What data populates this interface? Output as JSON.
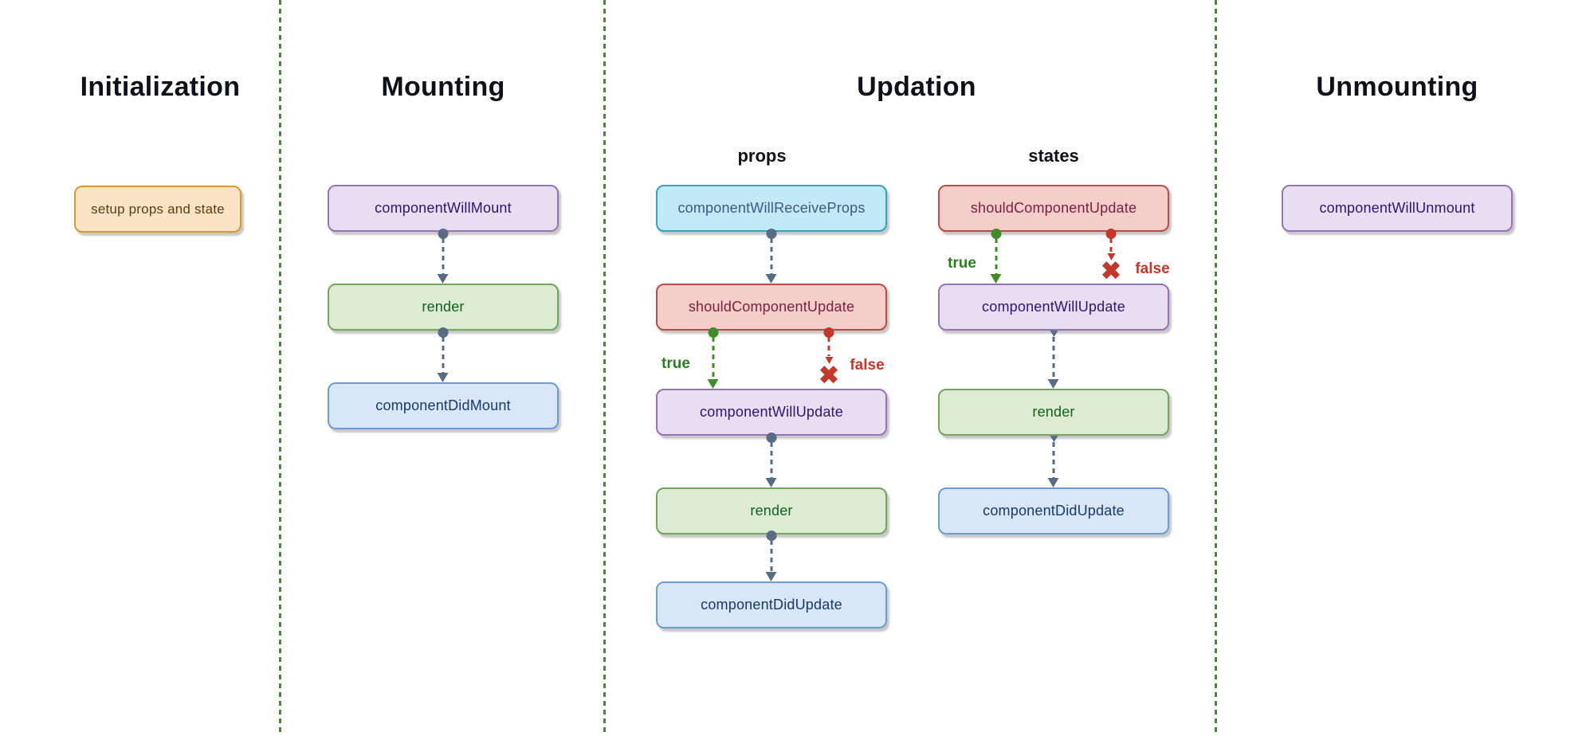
{
  "phases": {
    "initialization": {
      "title": "Initialization"
    },
    "mounting": {
      "title": "Mounting"
    },
    "updation": {
      "title": "Updation",
      "props_label": "props",
      "states_label": "states"
    },
    "unmounting": {
      "title": "Unmounting"
    }
  },
  "nodes": {
    "setup_props_state": "setup props and state",
    "component_will_mount": "componentWillMount",
    "mount_render": "render",
    "component_did_mount": "componentDidMount",
    "component_will_receive_props": "componentWillReceiveProps",
    "props_should_component_update": "shouldComponentUpdate",
    "props_component_will_update": "componentWillUpdate",
    "props_render": "render",
    "props_component_did_update": "componentDidUpdate",
    "states_should_component_update": "shouldComponentUpdate",
    "states_component_will_update": "componentWillUpdate",
    "states_render": "render",
    "states_component_did_update": "componentDidUpdate",
    "component_will_unmount": "componentWillUnmount"
  },
  "branches": {
    "true_label": "true",
    "false_label": "false",
    "x_glyph": "✖"
  },
  "colors": {
    "background": "#ffffff",
    "divider_green": "#4f8440",
    "connector_gray": "#5a6b85",
    "branch_true_green": "#3f8c28",
    "branch_false_red": "#c0392b",
    "node_orange_bg": "#fbe4c5",
    "node_orange_border": "#d49b2e",
    "node_orange_text": "#5d3b12",
    "node_purple_bg": "#e7def1",
    "node_purple_border": "#9673b9",
    "node_purple_text": "#2d1478",
    "node_green_bg": "#dcebd1",
    "node_green_border": "#72a65c",
    "node_green_text": "#11631f",
    "node_blue_bg": "#d8e6f8",
    "node_blue_border": "#6b9bd8",
    "node_blue_text": "#173a6d",
    "node_cyan_bg": "#c2e9f7",
    "node_cyan_border": "#31a3c4",
    "node_cyan_text": "#3d5a80",
    "node_red_bg": "#f5cdc9",
    "node_red_border": "#bd4b43",
    "node_red_text": "#7a1f3e"
  }
}
